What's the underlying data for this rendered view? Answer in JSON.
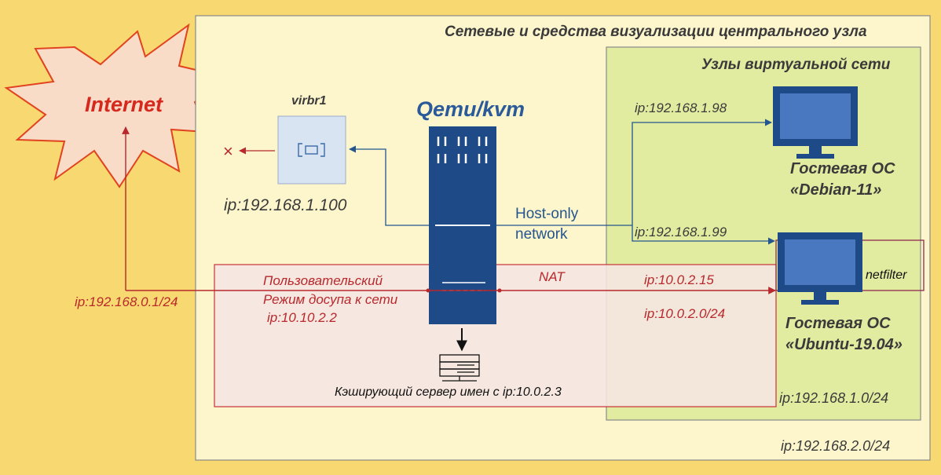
{
  "internet": {
    "label": "Internet",
    "ip": "ip:192.168.0.1/24"
  },
  "central_node": {
    "title": "Сетевые и средства визуализации центрального узла",
    "ip": "ip:192.168.2.0/24"
  },
  "virtual_net": {
    "title": "Узлы виртуальной сети",
    "ip": "ip:192.168.1.0/24"
  },
  "bridge": {
    "name": "virbr1",
    "ip": "ip:192.168.1.100"
  },
  "hypervisor": {
    "name": "Qemu/kvm"
  },
  "host_only": {
    "line1": "Host-only",
    "line2": "network"
  },
  "nat": {
    "label": "NAT",
    "user_mode_line1": "Пользовательский",
    "user_mode_line2": "Режим досупа к сети",
    "user_mode_ip": "ip:10.10.2.2",
    "guest_ip": "ip:10.0.2.15",
    "subnet": "ip:10.0.2.0/24"
  },
  "dns": {
    "label": "Кэширующий сервер имен с ip:10.0.2.3"
  },
  "guest_debian": {
    "ip": "ip:192.168.1.98",
    "line1": "Гостевая ОС",
    "line2": "«Debian-11»"
  },
  "guest_ubuntu": {
    "ip": "ip:192.168.1.99",
    "line1": "Гостевая ОС",
    "line2": "«Ubuntu-19.04»",
    "filter": "netfilter"
  },
  "colors": {
    "background": "#f8d870",
    "central_fill": "#fdf6cc",
    "virtual_fill": "#e2eca0",
    "nat_fill": "#f5e6e2",
    "blue": "#24558e",
    "red": "#b8282c",
    "server": "#1f4a88"
  }
}
